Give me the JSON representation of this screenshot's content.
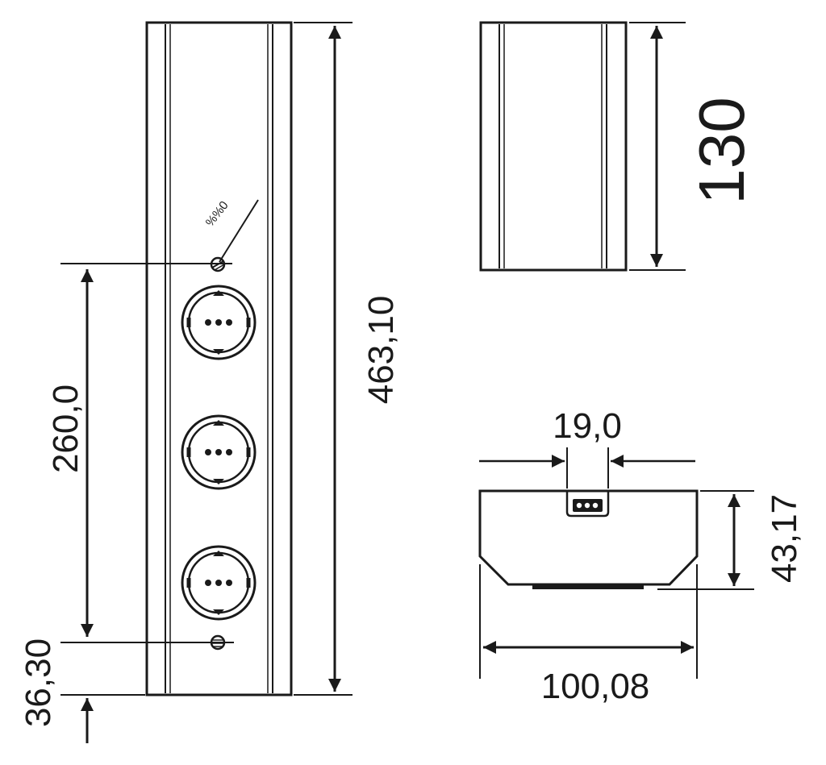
{
  "dimensions": {
    "total_length": "463,10",
    "socket_spacing": "260,0",
    "end_offset": "36,30",
    "side_length": "130",
    "slot_width": "19,0",
    "profile_height": "43,17",
    "profile_width": "100,08"
  },
  "annotations": {
    "screw_note": "%%0"
  },
  "socket_count": 3,
  "colors": {
    "line": "#1a1a1a",
    "background": "#ffffff"
  }
}
